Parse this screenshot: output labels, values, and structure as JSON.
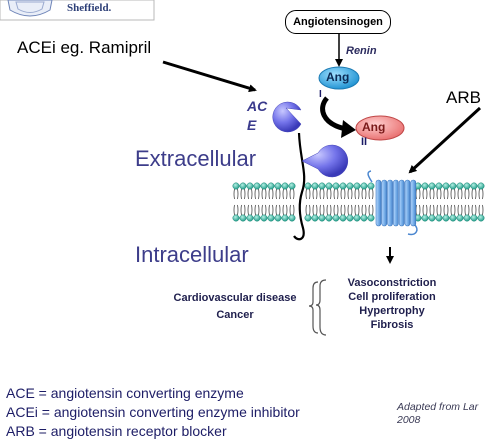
{
  "logo": {
    "text": "Sheffield."
  },
  "labels": {
    "acei": "ACEi eg. Ramipril",
    "arb": "ARB",
    "ace_line1": "AC",
    "ace_line2": "E",
    "angiotensinogen": "Angiotensinogen",
    "renin": "Renin",
    "ang1_text": "Ang",
    "ang1_numeral": "I",
    "ang2_text": "Ang",
    "ang2_numeral": "II",
    "extracellular": "Extracellular",
    "intracellular": "Intracellular"
  },
  "diseases": [
    "Cardiovascular disease",
    "Cancer"
  ],
  "effects": [
    "Vasoconstriction",
    "Cell proliferation",
    "Hypertrophy",
    "Fibrosis"
  ],
  "legend": [
    "ACE = angiotensin converting enzyme",
    "ACEi = angiotensin converting enzyme inhibitor",
    "ARB = angiotensin receptor blocker"
  ],
  "source": {
    "line1": "Adapted from Lar",
    "line2": "2008"
  },
  "colors": {
    "enzyme": "#7070e8",
    "ang1": "#2aa3e0",
    "ang2": "#f08a8a",
    "receptor": "#6aa6de",
    "lipid_head": "#3fb0a0",
    "arrow": "#000000"
  }
}
